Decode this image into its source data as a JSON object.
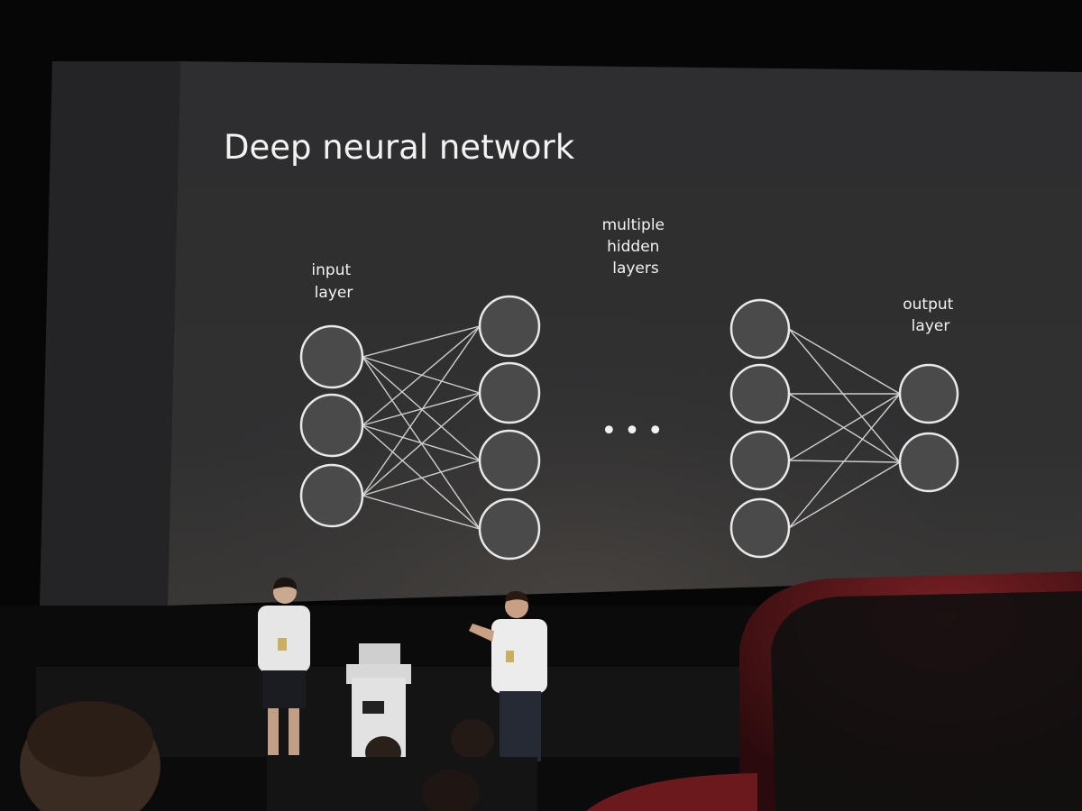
{
  "slide": {
    "title": "Deep neural network",
    "input_label": [
      "input",
      "layer"
    ],
    "hidden_label": [
      "multiple",
      "hidden",
      "layers"
    ],
    "output_label": [
      "output",
      "layer"
    ],
    "ellipsis": "•••",
    "node_fill": "#4a4a4a",
    "node_stroke": "#e8e8e8",
    "edge_color": "#cfcfcf",
    "screen_color": "#2c2c2e"
  },
  "network": {
    "input_nodes": 3,
    "first_hidden_nodes": 4,
    "last_hidden_nodes": 4,
    "output_nodes": 2
  }
}
